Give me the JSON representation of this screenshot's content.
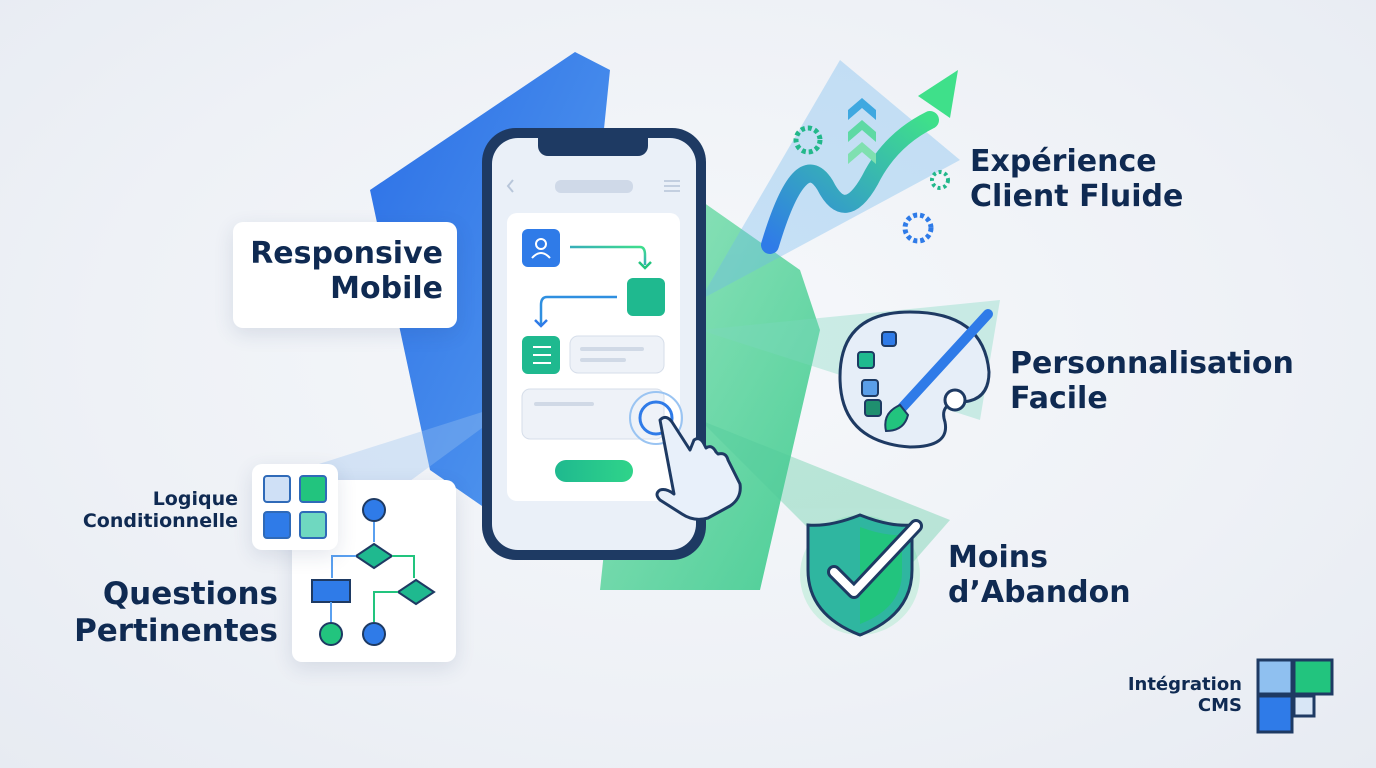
{
  "features": {
    "responsive": {
      "line1": "Responsive",
      "line2": "Mobile"
    },
    "experience": {
      "line1": "Expérience",
      "line2": "Client Fluide"
    },
    "personalisation": {
      "line1": "Personnalisation",
      "line2": "Facile"
    },
    "abandon": {
      "line1": "Moins",
      "line2": "d’Abandon"
    },
    "logic": {
      "line1": "Logique",
      "line2": "Conditionnelle"
    },
    "questions": {
      "line1": "Questions",
      "line2": "Pertinentes"
    },
    "cms": {
      "line1": "Intégration",
      "line2": "CMS"
    }
  },
  "colors": {
    "blue": "#2f7be8",
    "green": "#22c47e",
    "navy": "#1e3a63",
    "text": "#0f2a52"
  }
}
